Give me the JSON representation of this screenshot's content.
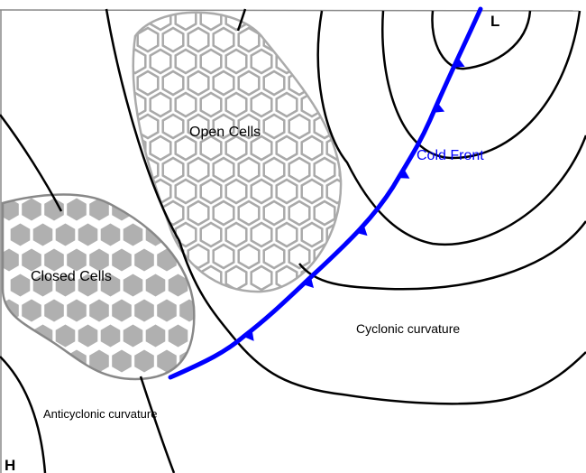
{
  "labels": {
    "open_cells": "Open Cells",
    "closed_cells": "Closed Cells",
    "cold_front": "Cold Front",
    "cyclonic": "Cyclonic curvature",
    "anticyclonic": "Anticyclonic curvature",
    "low": "L",
    "high": "H"
  },
  "colors": {
    "front": "#0000ff",
    "isobar": "#000000",
    "cell_outline": "#a9a9a9",
    "closed_cell_fill": "#b0b0b0"
  }
}
